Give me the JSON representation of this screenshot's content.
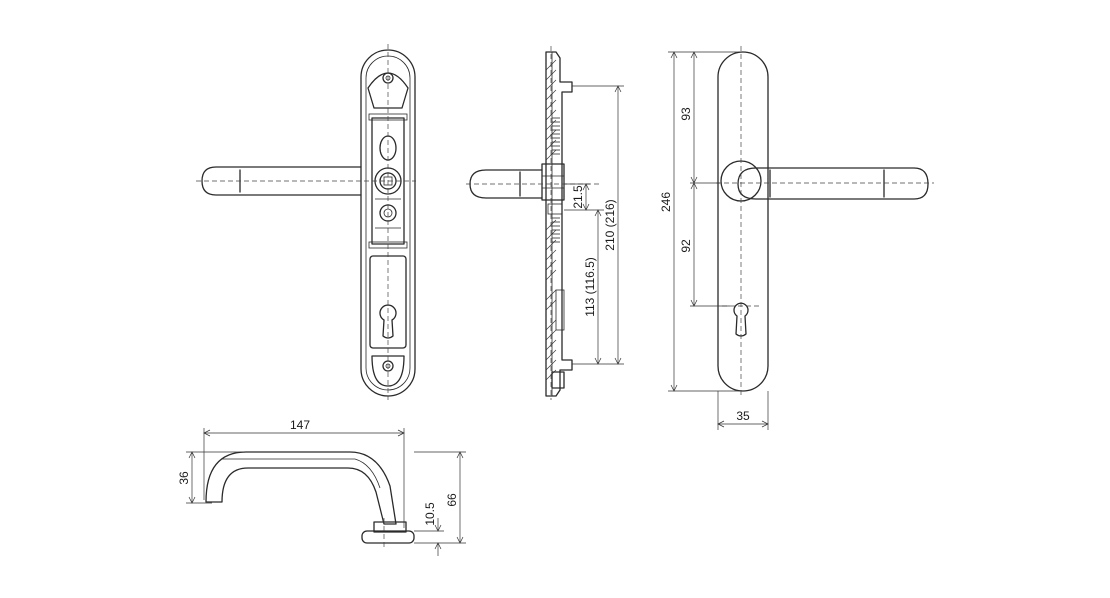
{
  "dimensions": {
    "handle_length": "147",
    "handle_height": "36",
    "rose_height": "10.5",
    "total_height": "66",
    "spindle_offset": "21.5",
    "cylinder_distance": "113 (116.5)",
    "fixing_distance": "210 (216)",
    "plate_length": "246",
    "upper_distance": "93",
    "lower_distance": "92",
    "plate_width": "35"
  }
}
